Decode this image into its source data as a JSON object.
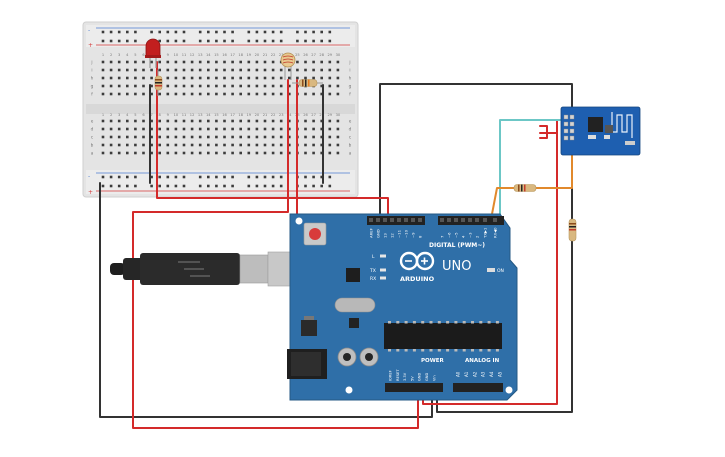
{
  "breadboard": {
    "col_numbers": [
      "1",
      "2",
      "3",
      "4",
      "5",
      "6",
      "7",
      "8",
      "9",
      "10",
      "11",
      "12",
      "13",
      "14",
      "15",
      "16",
      "17",
      "18",
      "19",
      "20",
      "21",
      "22",
      "23",
      "24",
      "25",
      "26",
      "27",
      "28",
      "29",
      "30"
    ],
    "row_letters_top": [
      "j",
      "i",
      "h",
      "g",
      "f"
    ],
    "row_letters_bottom": [
      "e",
      "d",
      "c",
      "b",
      "a"
    ],
    "plus_label": "+",
    "minus_label": "-"
  },
  "arduino": {
    "model": "UNO",
    "brand": "ARDUINO",
    "digital_label": "DIGITAL (PWM~)",
    "digital_pins": [
      "AREF",
      "GND",
      "13",
      "12",
      "~11",
      "~10",
      "~9",
      "8",
      "7",
      "~6",
      "~5",
      "4",
      "~3",
      "2",
      "TX▶1",
      "RX◀0"
    ],
    "power_label": "POWER",
    "power_pins": [
      "IOREF",
      "RESET",
      "3.3V",
      "5V",
      "GND",
      "GND",
      "Vin"
    ],
    "analog_label": "ANALOG IN",
    "analog_pins": [
      "A0",
      "A1",
      "A2",
      "A3",
      "A4",
      "A5"
    ],
    "led_labels": [
      "L",
      "TX",
      "RX"
    ],
    "on_label": "ON"
  },
  "colors": {
    "board_blue": "#2f6fa8",
    "wire_red": "#d42a2a",
    "wire_black": "#333333",
    "wire_teal": "#6cc7c6",
    "wire_orange": "#e1892c",
    "breadboard": "#e7e7e7",
    "esp_blue": "#1e5fb0"
  }
}
